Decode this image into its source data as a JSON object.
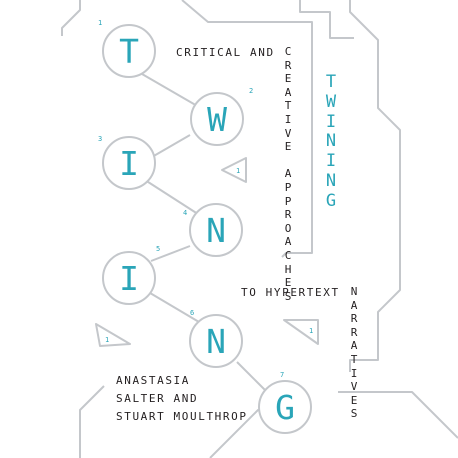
{
  "title_word": "TWINING",
  "title_letters": [
    "T",
    "W",
    "I",
    "N",
    "I",
    "N",
    "G"
  ],
  "step_numbers": [
    "1",
    "2",
    "3",
    "4",
    "5",
    "6",
    "7"
  ],
  "decor_numbers": [
    "1",
    "1",
    "1"
  ],
  "subtitle": {
    "line1": "CRITICAL AND",
    "line1_vertical": "CREATIVE APPROACHES",
    "line2": "TO HYPERTEXT",
    "line2_vertical": "NARRATIVES"
  },
  "authors": {
    "line1": "ANASTASIA",
    "line2": "SALTER AND",
    "line3": "STUART MOULTHROP"
  },
  "colors": {
    "accent": "#2aa5b8",
    "line": "#c4c7cb",
    "text": "#231f20"
  }
}
